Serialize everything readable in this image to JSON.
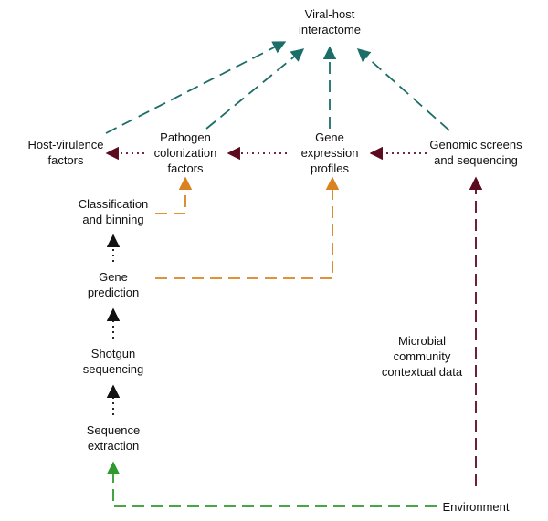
{
  "nodes": {
    "viral_host": [
      "Viral-host",
      "interactome"
    ],
    "host_virulence": [
      "Host-virulence",
      "factors"
    ],
    "pathogen_colonization": [
      "Pathogen",
      "colonization",
      "factors"
    ],
    "gene_expression": [
      "Gene",
      "expression",
      "profiles"
    ],
    "genomic_screens": [
      "Genomic screens",
      "and sequencing"
    ],
    "classification": [
      "Classification",
      "and binning"
    ],
    "gene_prediction": [
      "Gene",
      "prediction"
    ],
    "shotgun": [
      "Shotgun",
      "sequencing"
    ],
    "sequence_extraction": [
      "Sequence",
      "extraction"
    ],
    "microbial_community": [
      "Microbial",
      "community",
      "contextual data"
    ],
    "environment": [
      "Environment"
    ]
  },
  "colors": {
    "teal": "#1c6e69",
    "maroon": "#5c0a1e",
    "orange": "#d9821f",
    "black": "#111111",
    "green": "#2e9a2e"
  }
}
